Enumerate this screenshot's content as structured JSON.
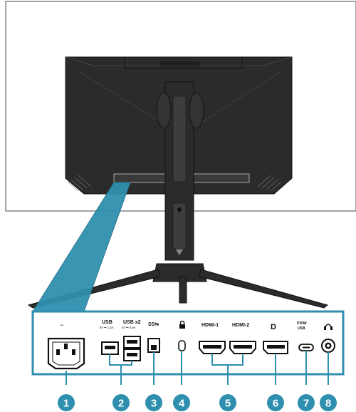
{
  "colors": {
    "accent": "#2e8fae",
    "monitor_dark": "#2b2b2b",
    "outline": "#333333"
  },
  "panel": {
    "power_symbol": "~",
    "usb_a_label": "USB",
    "usb_a_rating": "5V ⎓ 1.5A",
    "usb_x2_label": "USB x2",
    "usb_x2_rating": "5V ⎓ 0.9A",
    "usb_b_label": "SS⇆",
    "hdmi1_label": "HDMI-1",
    "hdmi2_label": "HDMI-2",
    "dp_label": "D",
    "usbc_power": "P30W",
    "usbc_label": "USB"
  },
  "callouts": [
    "1",
    "2",
    "3",
    "4",
    "5",
    "6",
    "7",
    "8"
  ]
}
